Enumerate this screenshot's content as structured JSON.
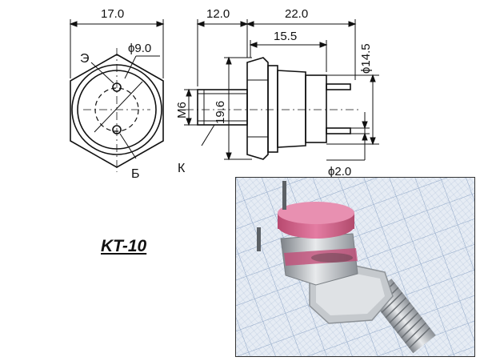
{
  "part_label": "KT-10",
  "dimensions": {
    "width": "17.0",
    "offset": "12.0",
    "length": "22.0",
    "lead_offset": "15.5",
    "pin_diameter": "ϕ9.0",
    "body_diameter": "ϕ14.5",
    "lead_diameter": "ϕ2.0",
    "thread": "M6",
    "hex_size": "19.6"
  },
  "pin_labels": {
    "emitter": "Э",
    "base": "Б",
    "collector": "К"
  },
  "colors": {
    "line": "#111111",
    "grid": "#9fb6d4",
    "insulator": "#d9628f",
    "metal": "#b8bcc2"
  }
}
